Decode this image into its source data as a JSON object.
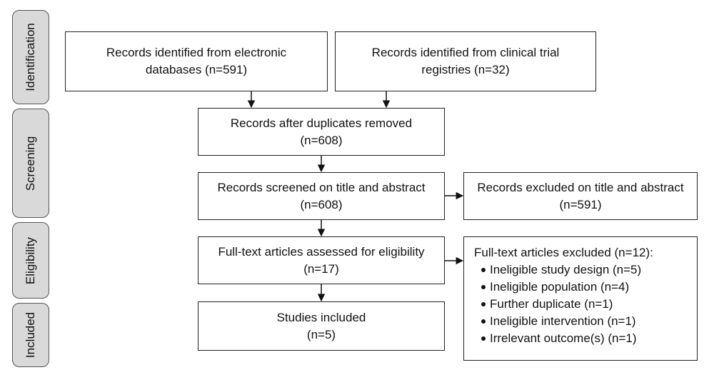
{
  "phases": {
    "identification": "Identification",
    "screening": "Screening",
    "eligibility": "Eligibility",
    "included": "Included"
  },
  "boxes": {
    "databases": {
      "line1": "Records identified from electronic",
      "line2": "databases (n=591)"
    },
    "registries": {
      "line1": "Records identified from clinical trial",
      "line2": "registries (n=32)"
    },
    "dedup": {
      "line1": "Records after duplicates removed",
      "line2": "(n=608)"
    },
    "screened": {
      "line1": "Records screened on title and abstract",
      "line2": "(n=608)"
    },
    "excluded_ta": {
      "line1": "Records excluded on title and abstract",
      "line2": "(n=591)"
    },
    "fulltext": {
      "line1": "Full-text articles assessed for eligibility",
      "line2": "(n=17)"
    },
    "fulltext_excluded": {
      "title": "Full-text articles excluded (n=12):",
      "reasons": [
        "Ineligible study design (n=5)",
        "Ineligible population (n=4)",
        "Further duplicate (n=1)",
        "Ineligible intervention (n=1)",
        "Irrelevant outcome(s) (n=1)"
      ]
    },
    "included": {
      "line1": "Studies included",
      "line2": "(n=5)"
    }
  },
  "colors": {
    "phase_fill": "#d9d9d9",
    "border": "#222222",
    "arrow": "#111111"
  }
}
